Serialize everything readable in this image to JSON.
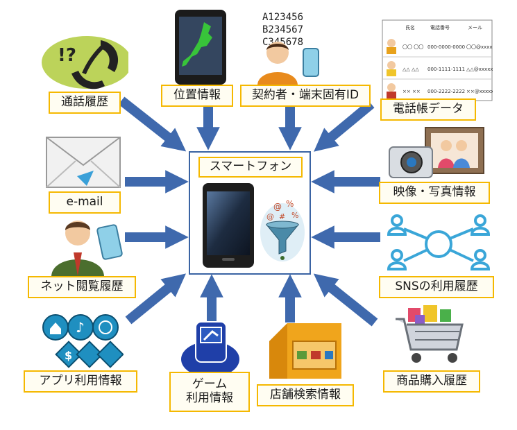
{
  "center": {
    "title": "スマートフォン"
  },
  "nodes": [
    {
      "id": "call",
      "label": "通話履歴"
    },
    {
      "id": "location",
      "label": "位置情報"
    },
    {
      "id": "subscriber",
      "label": "契約者・端末固有ID"
    },
    {
      "id": "phonebook",
      "label": "電話帳データ"
    },
    {
      "id": "email",
      "label": "e-mail"
    },
    {
      "id": "photo",
      "label": "映像・写真情報"
    },
    {
      "id": "netbrowse",
      "label": "ネット閲覧履歴"
    },
    {
      "id": "sns",
      "label": "SNSの利用履歴"
    },
    {
      "id": "app",
      "label": "アプリ利用情報"
    },
    {
      "id": "game",
      "label_line1": "ゲーム",
      "label_line2": "利用情報"
    },
    {
      "id": "store",
      "label": "店舗検索情報"
    },
    {
      "id": "purchase",
      "label": "商品購入履歴"
    }
  ],
  "ids_illustration": {
    "line1": "A123456",
    "line2": "B234567",
    "line3": "C345678"
  },
  "phonebook_illustration": {
    "headers": [
      "氏名",
      "電話番号",
      "メール"
    ],
    "rows": [
      [
        "〇〇 〇〇",
        "000-0000-0000",
        "〇〇@xxxxx"
      ],
      [
        "△△ △△",
        "000-1111-1111",
        "△△@xxxxx"
      ],
      [
        "×× ××",
        "000-2222-2222",
        "××@xxxxx"
      ]
    ]
  },
  "colors": {
    "arrow": "#3f69ad",
    "label_border": "#f5b800",
    "center_border": "#3a63a3"
  }
}
